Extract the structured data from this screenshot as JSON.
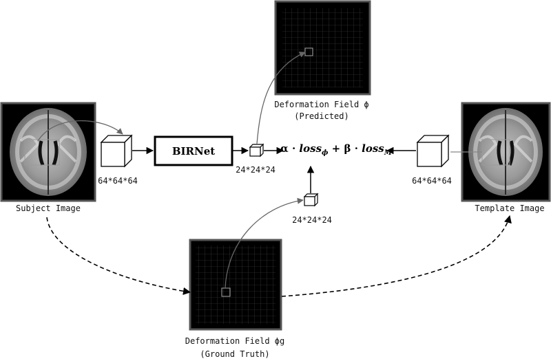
{
  "subject": {
    "label": "Subject Image"
  },
  "template": {
    "label": "Template Image"
  },
  "subject_cube": {
    "size": "64*64*64"
  },
  "template_cube": {
    "size": "64*64*64"
  },
  "network": {
    "label": "BIRNet"
  },
  "predicted_cube": {
    "size": "24*24*24"
  },
  "gt_cube": {
    "size": "24*24*24"
  },
  "predicted_field": {
    "title": "Deformation Field ϕ",
    "subtitle": "(Predicted)"
  },
  "gt_field": {
    "title": "Deformation Field ϕg",
    "subtitle": "(Ground Truth)"
  },
  "loss": {
    "alpha": "α",
    "dot": "·",
    "loss_word": "loss",
    "sub_phi": "ϕ",
    "plus": "+",
    "beta": "β",
    "sub_m": "M"
  }
}
